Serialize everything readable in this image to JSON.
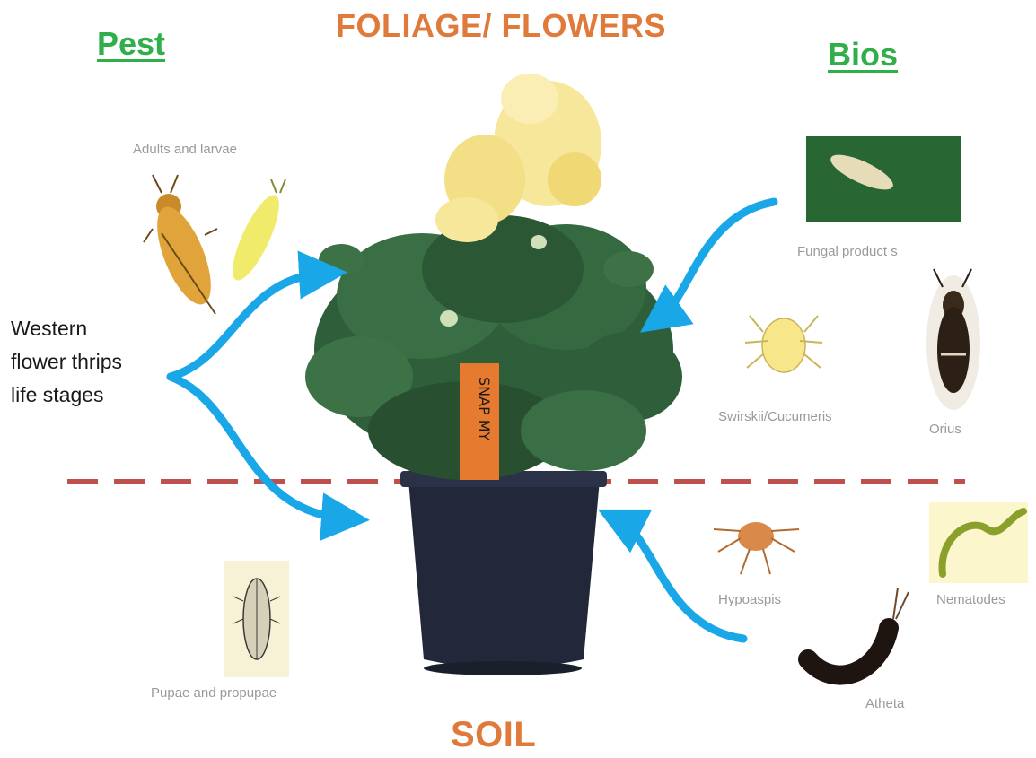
{
  "headers": {
    "top": "FOLIAGE/ FLOWERS",
    "bottom": "SOIL",
    "left": "Pest",
    "right": "Bios"
  },
  "pest": {
    "main_label_lines": [
      "Western",
      "flower thrips",
      "life stages"
    ],
    "adults_label": "Adults and larvae",
    "pupae_label": "Pupae and propupae"
  },
  "bios": {
    "foliage": [
      {
        "label": "Fungal product s"
      },
      {
        "label": "Swirskii/Cucumeris"
      },
      {
        "label": "Orius"
      }
    ],
    "soil": [
      {
        "label": "Hypoaspis"
      },
      {
        "label": "Nematodes"
      },
      {
        "label": "Atheta"
      }
    ]
  },
  "plant_tag": "SNAP MY",
  "colors": {
    "orange": "#e07a3a",
    "green": "#2fae4a",
    "arrow": "#1aa7e8",
    "divider": "#c0504d",
    "pot": "#22283a",
    "leaf": "#2f5f3a",
    "flower": "#f6e79a"
  }
}
